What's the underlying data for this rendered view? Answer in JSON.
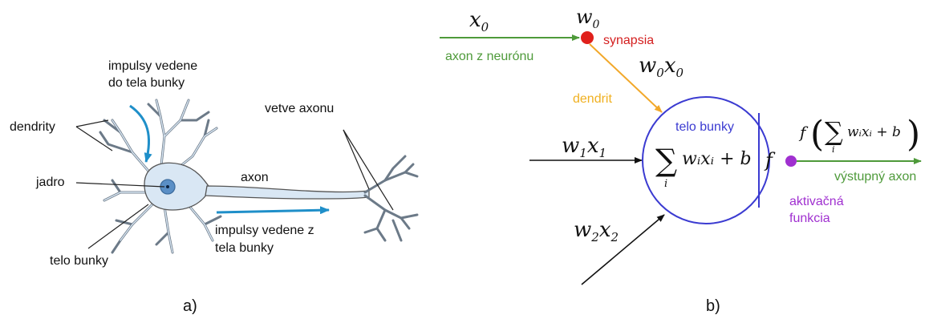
{
  "panel_a": {
    "caption": "a)",
    "labels": {
      "impulses_in_1": "impulsy vedene",
      "impulses_in_2": "do tela bunky",
      "dendrites": "dendrity",
      "nucleus": "jadro",
      "cell_body": "telo bunky",
      "axon": "axon",
      "axon_branches": "vetve axonu",
      "impulses_out_1": "impulsy vedene z",
      "impulses_out_2": "tela bunky"
    },
    "colors": {
      "neuron_fill": "#d9e7f4",
      "neuron_stroke": "#555555",
      "nucleus_fill": "#5a8fc6",
      "arrow": "#1f8fc9"
    }
  },
  "panel_b": {
    "caption": "b)",
    "math": {
      "x0": "x",
      "x0_sub": "0",
      "w0": "w",
      "w0_sub": "0",
      "w0x0_w": "w",
      "w0x0_s1": "0",
      "w0x0_x": "x",
      "w0x0_s2": "0",
      "w1x1_w": "w",
      "w1x1_s1": "1",
      "w1x1_x": "x",
      "w1x1_s2": "1",
      "w2x2_w": "w",
      "w2x2_s1": "2",
      "w2x2_x": "x",
      "w2x2_s2": "2",
      "sum_symbol": "∑",
      "sum_index": "i",
      "sum_body": "wᵢxᵢ + b",
      "f": "f",
      "out_f": "f",
      "out_open": "(",
      "out_sum": "∑",
      "out_index": "i",
      "out_body": "wᵢxᵢ + b",
      "out_close": ")"
    },
    "labels": {
      "synapse": "synapsia",
      "axon_from_neuron": "axon z neurónu",
      "dendrite": "dendrit",
      "cell_body": "telo bunky",
      "output_axon": "výstupný axon",
      "activation_1": "aktivačná",
      "activation_2": "funkcia"
    },
    "colors": {
      "green": "#4e9a3a",
      "red": "#e0201b",
      "orange": "#f2a82a",
      "blue": "#3b3bd1",
      "purple": "#a030d0",
      "synapse_text": "#d42020",
      "dendrite_text": "#f0b020",
      "black": "#111111"
    }
  }
}
